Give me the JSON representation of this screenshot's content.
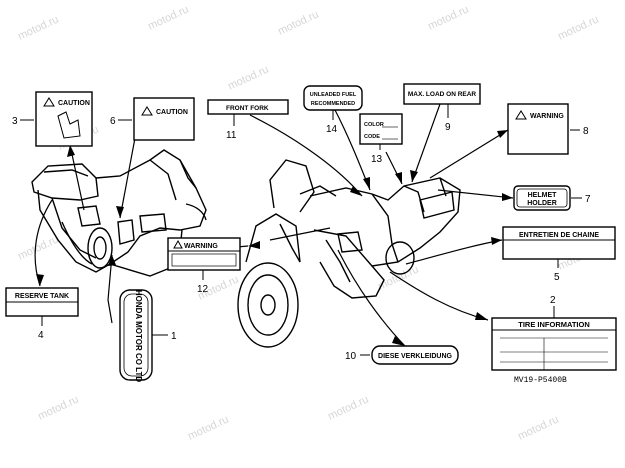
{
  "watermark": "motod.ru",
  "drawing_code": "MV19-P5400B",
  "callouts": [
    {
      "number": "1",
      "text": "HONDA MOTOR CO LTD"
    },
    {
      "number": "2",
      "text": "TIRE INFORMATION"
    },
    {
      "number": "3",
      "text": "CAUTION"
    },
    {
      "number": "4",
      "text": "RESERVE TANK"
    },
    {
      "number": "5",
      "text": "ENTRETIEN DE CHAINE"
    },
    {
      "number": "6",
      "text": "CAUTION"
    },
    {
      "number": "7",
      "text_line1": "HELMET",
      "text_line2": "HOLDER"
    },
    {
      "number": "8",
      "text": "WARNING"
    },
    {
      "number": "9",
      "text": "MAX. LOAD ON REAR"
    },
    {
      "number": "10",
      "text": "DIESE VERKLEIDUNG"
    },
    {
      "number": "11",
      "text": "FRONT FORK"
    },
    {
      "number": "12",
      "text": "WARNING"
    },
    {
      "number": "13",
      "text_line1": "COLOR",
      "text_line2": "CODE"
    },
    {
      "number": "14",
      "text_line1": "UNLEADED FUEL",
      "text_line2": "RECOMMENDED"
    }
  ]
}
